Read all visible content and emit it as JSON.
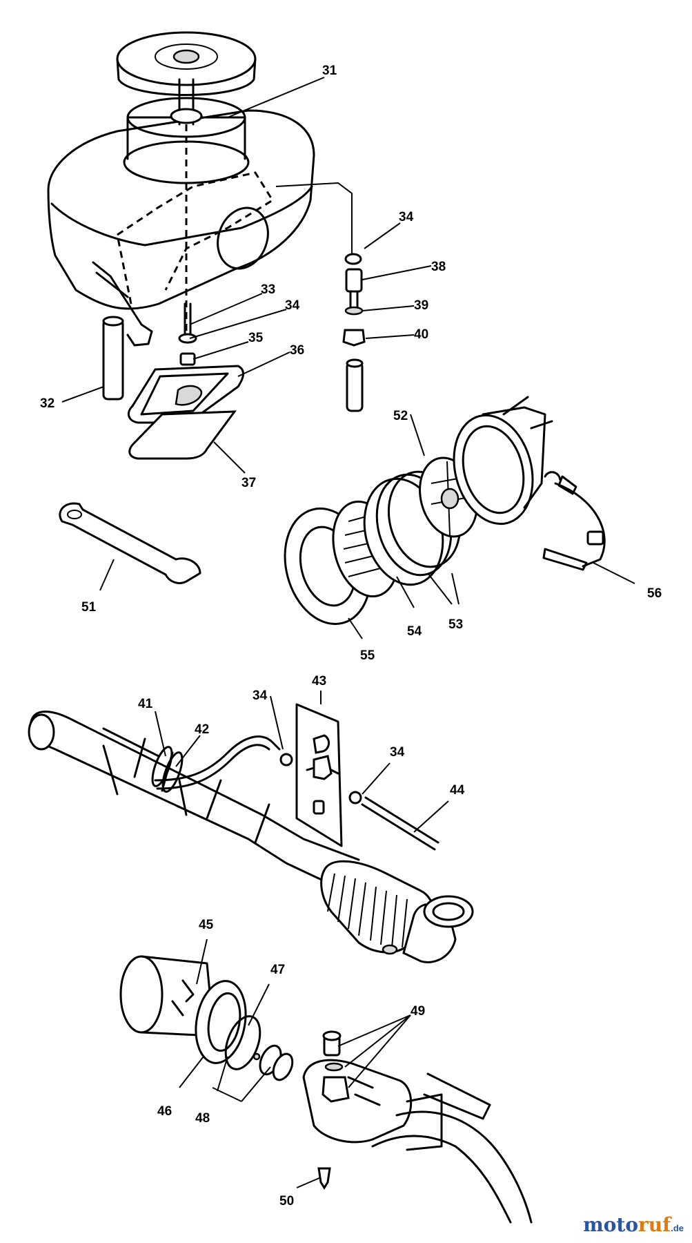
{
  "brand": {
    "part1": "moto",
    "part2": "ruf",
    "part3": ".de"
  },
  "labels": [
    "31",
    "32",
    "33",
    "34",
    "35",
    "36",
    "37",
    "38",
    "39",
    "40",
    "34",
    "51",
    "52",
    "53",
    "54",
    "55",
    "56",
    "41",
    "42",
    "34",
    "43",
    "34",
    "44",
    "45",
    "46",
    "47",
    "48",
    "49",
    "50"
  ]
}
